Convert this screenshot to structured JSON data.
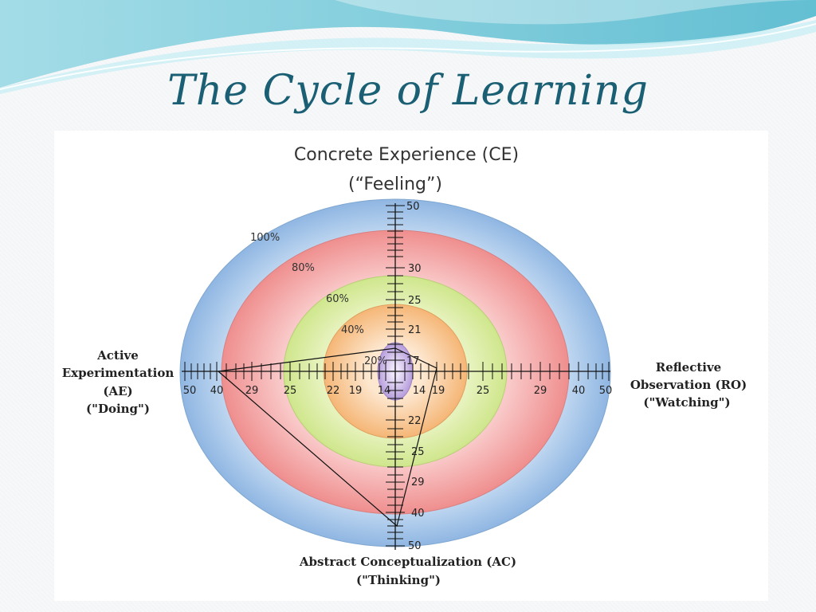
{
  "slide": {
    "title": "The Cycle of Learning"
  },
  "diagram": {
    "top_label": [
      "Concrete Experience (CE)",
      "(“Feeling”)"
    ],
    "left_label": [
      "Active",
      "Experimentation",
      "(AE)",
      "(\"Doing\")"
    ],
    "right_label": [
      "Reflective",
      "Observation (RO)",
      "(\"Watching\")"
    ],
    "bottom_label": [
      "Abstract Conceptualization (AC)",
      "(\"Thinking\")"
    ],
    "ring_labels": [
      "100%",
      "80%",
      "60%",
      "40%",
      "20%"
    ],
    "ring_colors": [
      "#a9c8ea",
      "#f1a2a2",
      "#dcecaa",
      "#f7c89a",
      "#c7b2e3"
    ],
    "top_ticks": [
      "50",
      "30",
      "25",
      "21",
      "17"
    ],
    "bottom_ticks": [
      "22",
      "25",
      "29",
      "40",
      "50"
    ],
    "left_ticks": [
      "50",
      "40",
      "29",
      "25",
      "22",
      "19",
      "14"
    ],
    "right_ticks": [
      "14",
      "19",
      "25",
      "29",
      "40",
      "50"
    ]
  }
}
